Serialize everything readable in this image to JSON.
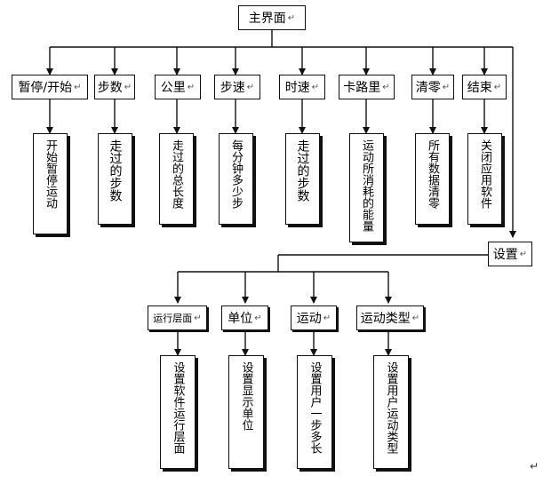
{
  "root": {
    "label": "主界面"
  },
  "level1": [
    {
      "id": "pause",
      "label": "暂停/开始",
      "desc": "开始暂停运动"
    },
    {
      "id": "steps",
      "label": "步数",
      "desc": "走过的步数"
    },
    {
      "id": "km",
      "label": "公里",
      "desc": "走过的总长度"
    },
    {
      "id": "pace",
      "label": "步速",
      "desc": "每分钟多少步"
    },
    {
      "id": "speed",
      "label": "时速",
      "desc": "走过的步数"
    },
    {
      "id": "calorie",
      "label": "卡路里",
      "desc": "运动所消耗的能量"
    },
    {
      "id": "reset",
      "label": "清零",
      "desc": "所有数据清零"
    },
    {
      "id": "end",
      "label": "结束",
      "desc": "关闭应用软件"
    }
  ],
  "settings": {
    "label": "设置"
  },
  "level2": [
    {
      "id": "run-layer",
      "label": "运行层面",
      "desc": "设置软件运行层面"
    },
    {
      "id": "unit",
      "label": "单位",
      "desc": "设置显示单位"
    },
    {
      "id": "sport",
      "label": "运动",
      "desc": "设置用户一步多长"
    },
    {
      "id": "sport-type",
      "label": "运动类型",
      "desc": "设置用户运动类型"
    }
  ],
  "colors": {
    "stroke": "#111111",
    "background": "#ffffff"
  }
}
